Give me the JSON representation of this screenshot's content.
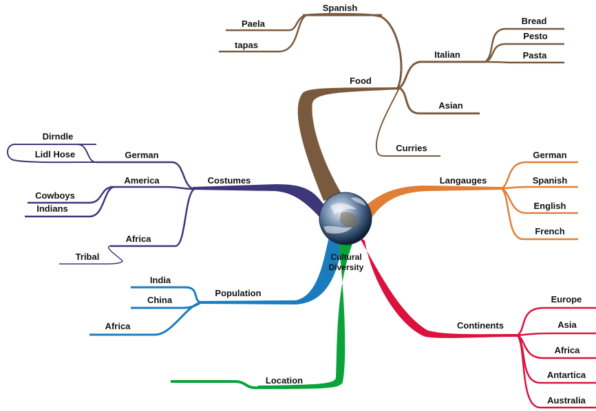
{
  "center": {
    "line1": "Cultural",
    "line2": "Diversity"
  },
  "colors": {
    "food": "#7a5a3e",
    "costumes": "#3d3678",
    "languages": "#e07f35",
    "population": "#1b7cbd",
    "location": "#0aa33b",
    "continents": "#d9123e"
  },
  "food": {
    "label": "Food",
    "spanish": {
      "label": "Spanish",
      "items": [
        "Paela",
        "tapas"
      ]
    },
    "italian": {
      "label": "Italian",
      "items": [
        "Bread",
        "Pesto",
        "Pasta"
      ]
    },
    "asian": "Asian",
    "curries": "Curries"
  },
  "costumes": {
    "label": "Costumes",
    "german": {
      "label": "German",
      "items": [
        "Dirndle",
        "Lidl Hose"
      ]
    },
    "america": {
      "label": "America",
      "items": [
        "Cowboys",
        "Indians"
      ]
    },
    "africa": {
      "label": "Africa",
      "items": [
        "Tribal"
      ]
    }
  },
  "languages": {
    "label": "Langauges",
    "items": [
      "German",
      "Spanish",
      "English",
      "French"
    ]
  },
  "population": {
    "label": "Population",
    "items": [
      "India",
      "China",
      "Africa"
    ]
  },
  "location": {
    "label": "Location"
  },
  "continents": {
    "label": "Continents",
    "items": [
      "Europe",
      "Asia",
      "Africa",
      "Antartica",
      "Australia"
    ]
  }
}
